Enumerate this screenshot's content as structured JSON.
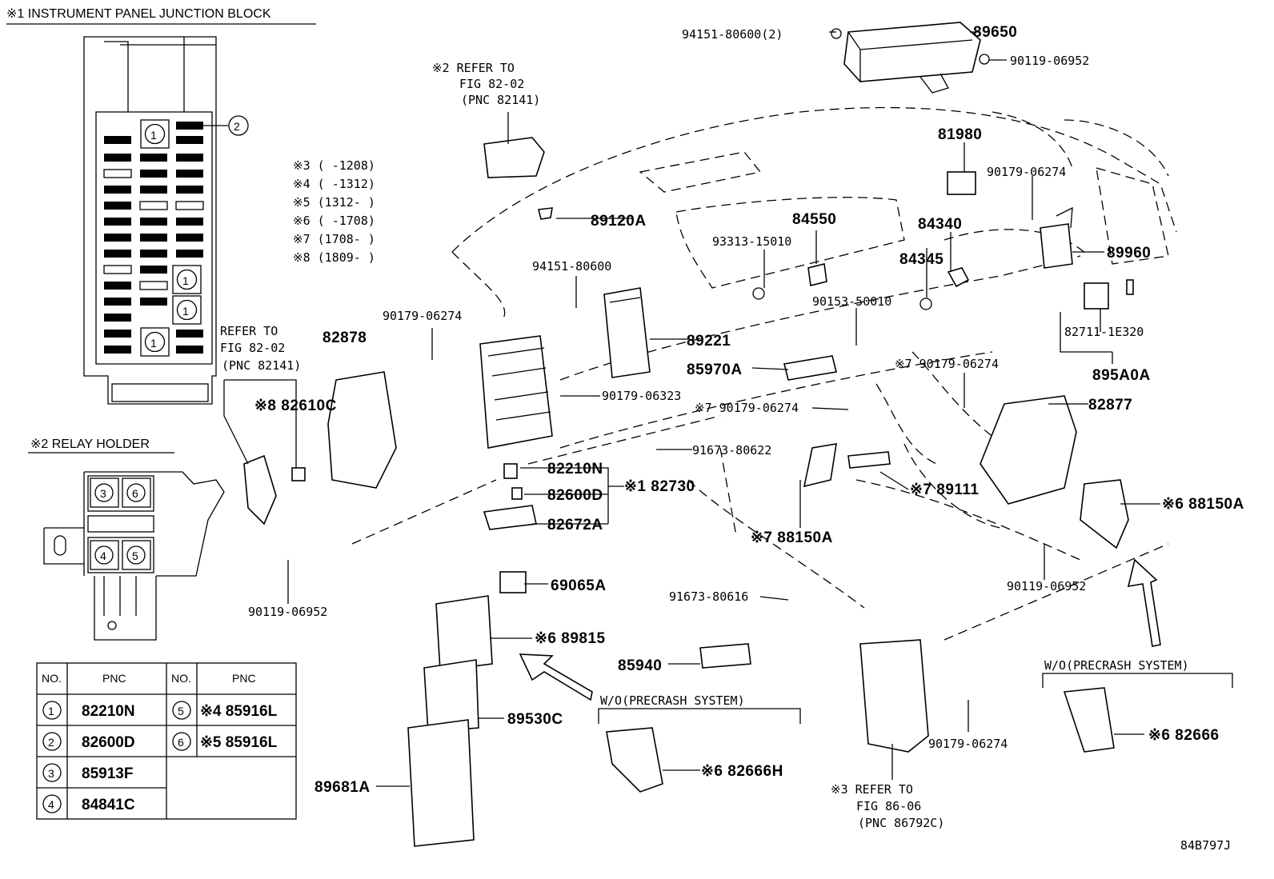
{
  "junction_block": {
    "title": "※1 INSTRUMENT PANEL JUNCTION BLOCK",
    "slot1": "1",
    "slot2": "2"
  },
  "relay_holder": {
    "title": "※2 RELAY HOLDER",
    "s3": "3",
    "s4": "4",
    "s5": "5",
    "s6": "6"
  },
  "refs": {
    "fig1_line1": "※2 REFER TO",
    "fig1_line2": "FIG 82-02",
    "fig1_line3": "(PNC 82141)",
    "fig2_line1": "REFER TO",
    "fig2_line2": "FIG 82-02",
    "fig2_line3": "(PNC 82141)",
    "fig3_line1": "※3 REFER TO",
    "fig3_line2": "FIG 86-06",
    "fig3_line3": "(PNC 86792C)"
  },
  "legend": [
    "※3 (    -1208)",
    "※4 (    -1312)",
    "※5 (1312-    )",
    "※6 (    -1708)",
    "※7 (1708-    )",
    "※8 (1809-    )"
  ],
  "parts": {
    "p89650": "89650",
    "p94151_2": "94151-80600(2)",
    "p90119a": "90119-06952",
    "p81980": "81980",
    "p90179a": "90179-06274",
    "p84340": "84340",
    "p84345": "84345",
    "p84550": "84550",
    "p93313": "93313-15010",
    "p90153": "90153-50010",
    "p89960": "89960",
    "p82711": "82711-1E320",
    "p895A0A": "895A0A",
    "p89120A": "89120A",
    "p94151": "94151-80600",
    "p90179b": "90179-06274",
    "p82878": "82878",
    "p89221": "89221",
    "p85970A": "85970A",
    "p90179c": "※7 90179-06274",
    "p90179d": "※7 90179-06274",
    "p82877": "82877",
    "p90179e": "90179-06323",
    "p91673a": "91673-80622",
    "p82610C": "※8 82610C",
    "p82210N": "82210N",
    "p82600D": "82600D",
    "p82730": "※1 82730",
    "p82672A": "82672A",
    "p89111": "※7 89111",
    "p88150A7": "※7 88150A",
    "p88150A6": "※6 88150A",
    "p90119b": "90119-06952",
    "p90119c": "90119-06952",
    "p69065A": "69065A",
    "p91673b": "91673-80616",
    "p89815": "※6 89815",
    "p85940": "85940",
    "p89530C": "89530C",
    "p89681A": "89681A",
    "p82666H": "※6 82666H",
    "p82666": "※6 82666",
    "p90179f": "90179-06274",
    "wo1": "W/O(PRECRASH SYSTEM)",
    "wo2": "W/O(PRECRASH SYSTEM)",
    "code": "84B797J"
  },
  "table": {
    "h_no": "NO.",
    "h_pnc": "PNC",
    "h_no2": "NO.",
    "h_pnc2": "PNC",
    "rows": [
      {
        "no": "1",
        "pnc": "82210N",
        "no2": "5",
        "pnc2": "※4 85916L"
      },
      {
        "no": "2",
        "pnc": "82600D",
        "no2": "6",
        "pnc2": "※5 85916L"
      },
      {
        "no": "3",
        "pnc": "85913F"
      },
      {
        "no": "4",
        "pnc": "84841C"
      }
    ]
  }
}
